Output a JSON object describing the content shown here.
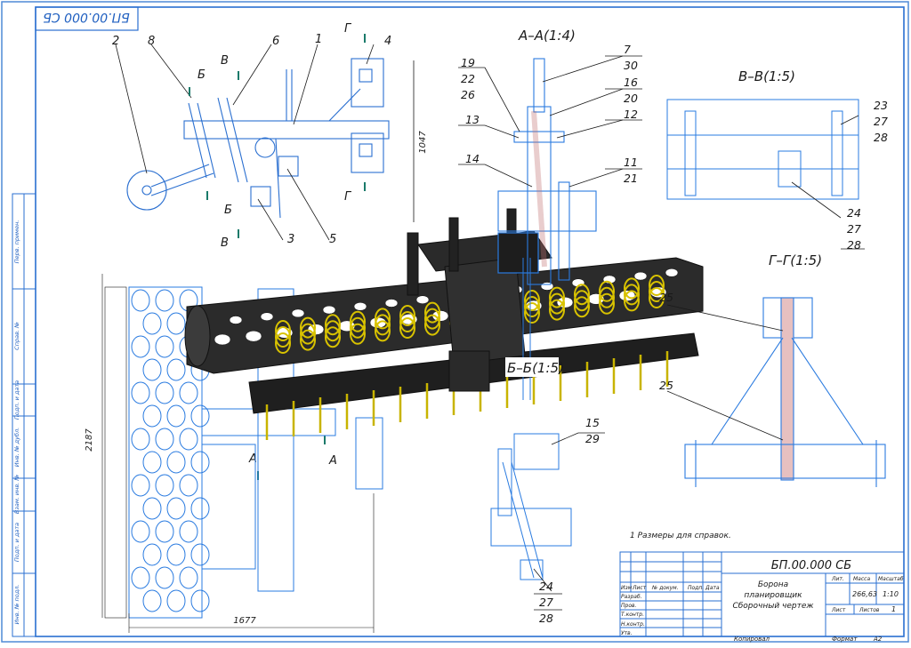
{
  "drawing": {
    "code": "БП.00.000 СБ",
    "code_rotated": "БП.00.000 СБ",
    "note": "1 Размеры для справок.",
    "bottom_left": "Копировал",
    "bottom_right": "Формат",
    "format": "A2"
  },
  "sections": {
    "aa": "А–А(1:4)",
    "bb": "Б–Б(1:5)",
    "vv": "В–В(1:5)",
    "gg": "Г–Г(1:5)"
  },
  "cut_letters": {
    "a": "А",
    "b": "Б",
    "v": "В",
    "g": "Г"
  },
  "dimensions": {
    "d1047": "1047",
    "d2187": "2187",
    "d1677": "1677"
  },
  "callouts": {
    "p1": "1",
    "p2": "2",
    "p3": "3",
    "p4": "4",
    "p5": "5",
    "p6": "6",
    "p7": "7",
    "p8": "8",
    "p11": "11",
    "p12": "12",
    "p13": "13",
    "p14": "14",
    "p15": "15",
    "p16": "16",
    "p19": "19",
    "p20": "20",
    "p21": "21",
    "p22": "22",
    "p23": "23",
    "p24": "24",
    "p25": "25",
    "p26": "26",
    "p27": "27",
    "p28": "28",
    "p29": "29",
    "p30": "30"
  },
  "side_column": [
    "Перв. примен.",
    "Справ. №",
    "Подп. и дата",
    "Инв. № дубл.",
    "Взам. инв. №",
    "Подп. и дата",
    "Инв. № подл."
  ],
  "title_block": {
    "name_line1": "Борона",
    "name_line2": "планировщик",
    "name_line3": "Сборочный чертеж",
    "col_izm": "Изм",
    "col_list": "Лист",
    "col_doc": "№ докум.",
    "col_podp": "Подп.",
    "col_data": "Дата",
    "row_razrab": "Разраб.",
    "row_prov": "Пров.",
    "row_tkontr": "Т.контр.",
    "row_nkontr": "Н.контр.",
    "row_utv": "Утв.",
    "lit": "Лит.",
    "massa": "Масса",
    "masshtab": "Масштаб",
    "mass_value": "266,63",
    "scale_value": "1:10",
    "list_label": "Лист",
    "listov_label": "Листов",
    "listov_value": "1"
  }
}
